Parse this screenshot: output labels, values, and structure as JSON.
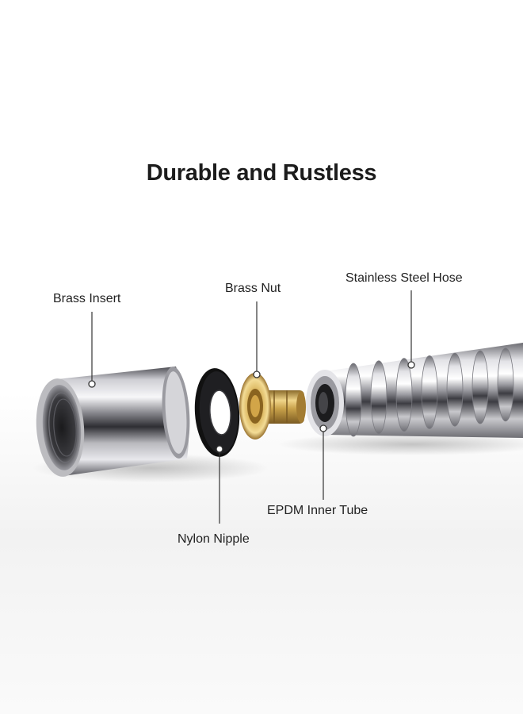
{
  "headline": "Durable and Rustless",
  "parts": {
    "brass_insert": "Brass Insert",
    "brass_nut": "Brass Nut",
    "stainless_steel_hose": "Stainless Steel Hose",
    "nylon_nipple": "Nylon Nipple",
    "epdm_inner_tube": "EPDM Inner Tube"
  },
  "colors": {
    "chrome_light": "#f4f4f6",
    "chrome_dark": "#3a3a3e",
    "brass": "#c9a24a",
    "rubber": "#1b1b1b",
    "leader_line": "#333333"
  }
}
